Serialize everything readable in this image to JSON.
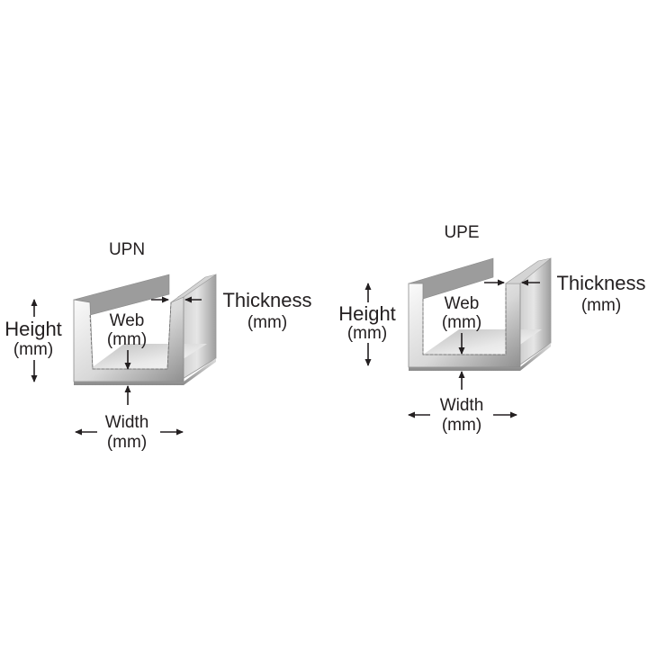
{
  "profiles": [
    {
      "title": "UPN",
      "height_label": "Height",
      "height_unit": "(mm)",
      "web_label": "Web",
      "web_unit": "(mm)",
      "thickness_label": "Thickness",
      "thickness_unit": "(mm)",
      "width_label": "Width",
      "width_unit": "(mm)"
    },
    {
      "title": "UPE",
      "height_label": "Height",
      "height_unit": "(mm)",
      "web_label": "Web",
      "web_unit": "(mm)",
      "thickness_label": "Thickness",
      "thickness_unit": "(mm)",
      "width_label": "Width",
      "width_unit": "(mm)"
    }
  ],
  "colors": {
    "text": "#231f20",
    "arrow": "#231f20",
    "steel_light": "#f2f2f2",
    "steel_mid": "#b8b8b8",
    "steel_dark": "#7a7a7a"
  },
  "icons": [
    "double-arrow-icon",
    "single-arrow-icon"
  ]
}
